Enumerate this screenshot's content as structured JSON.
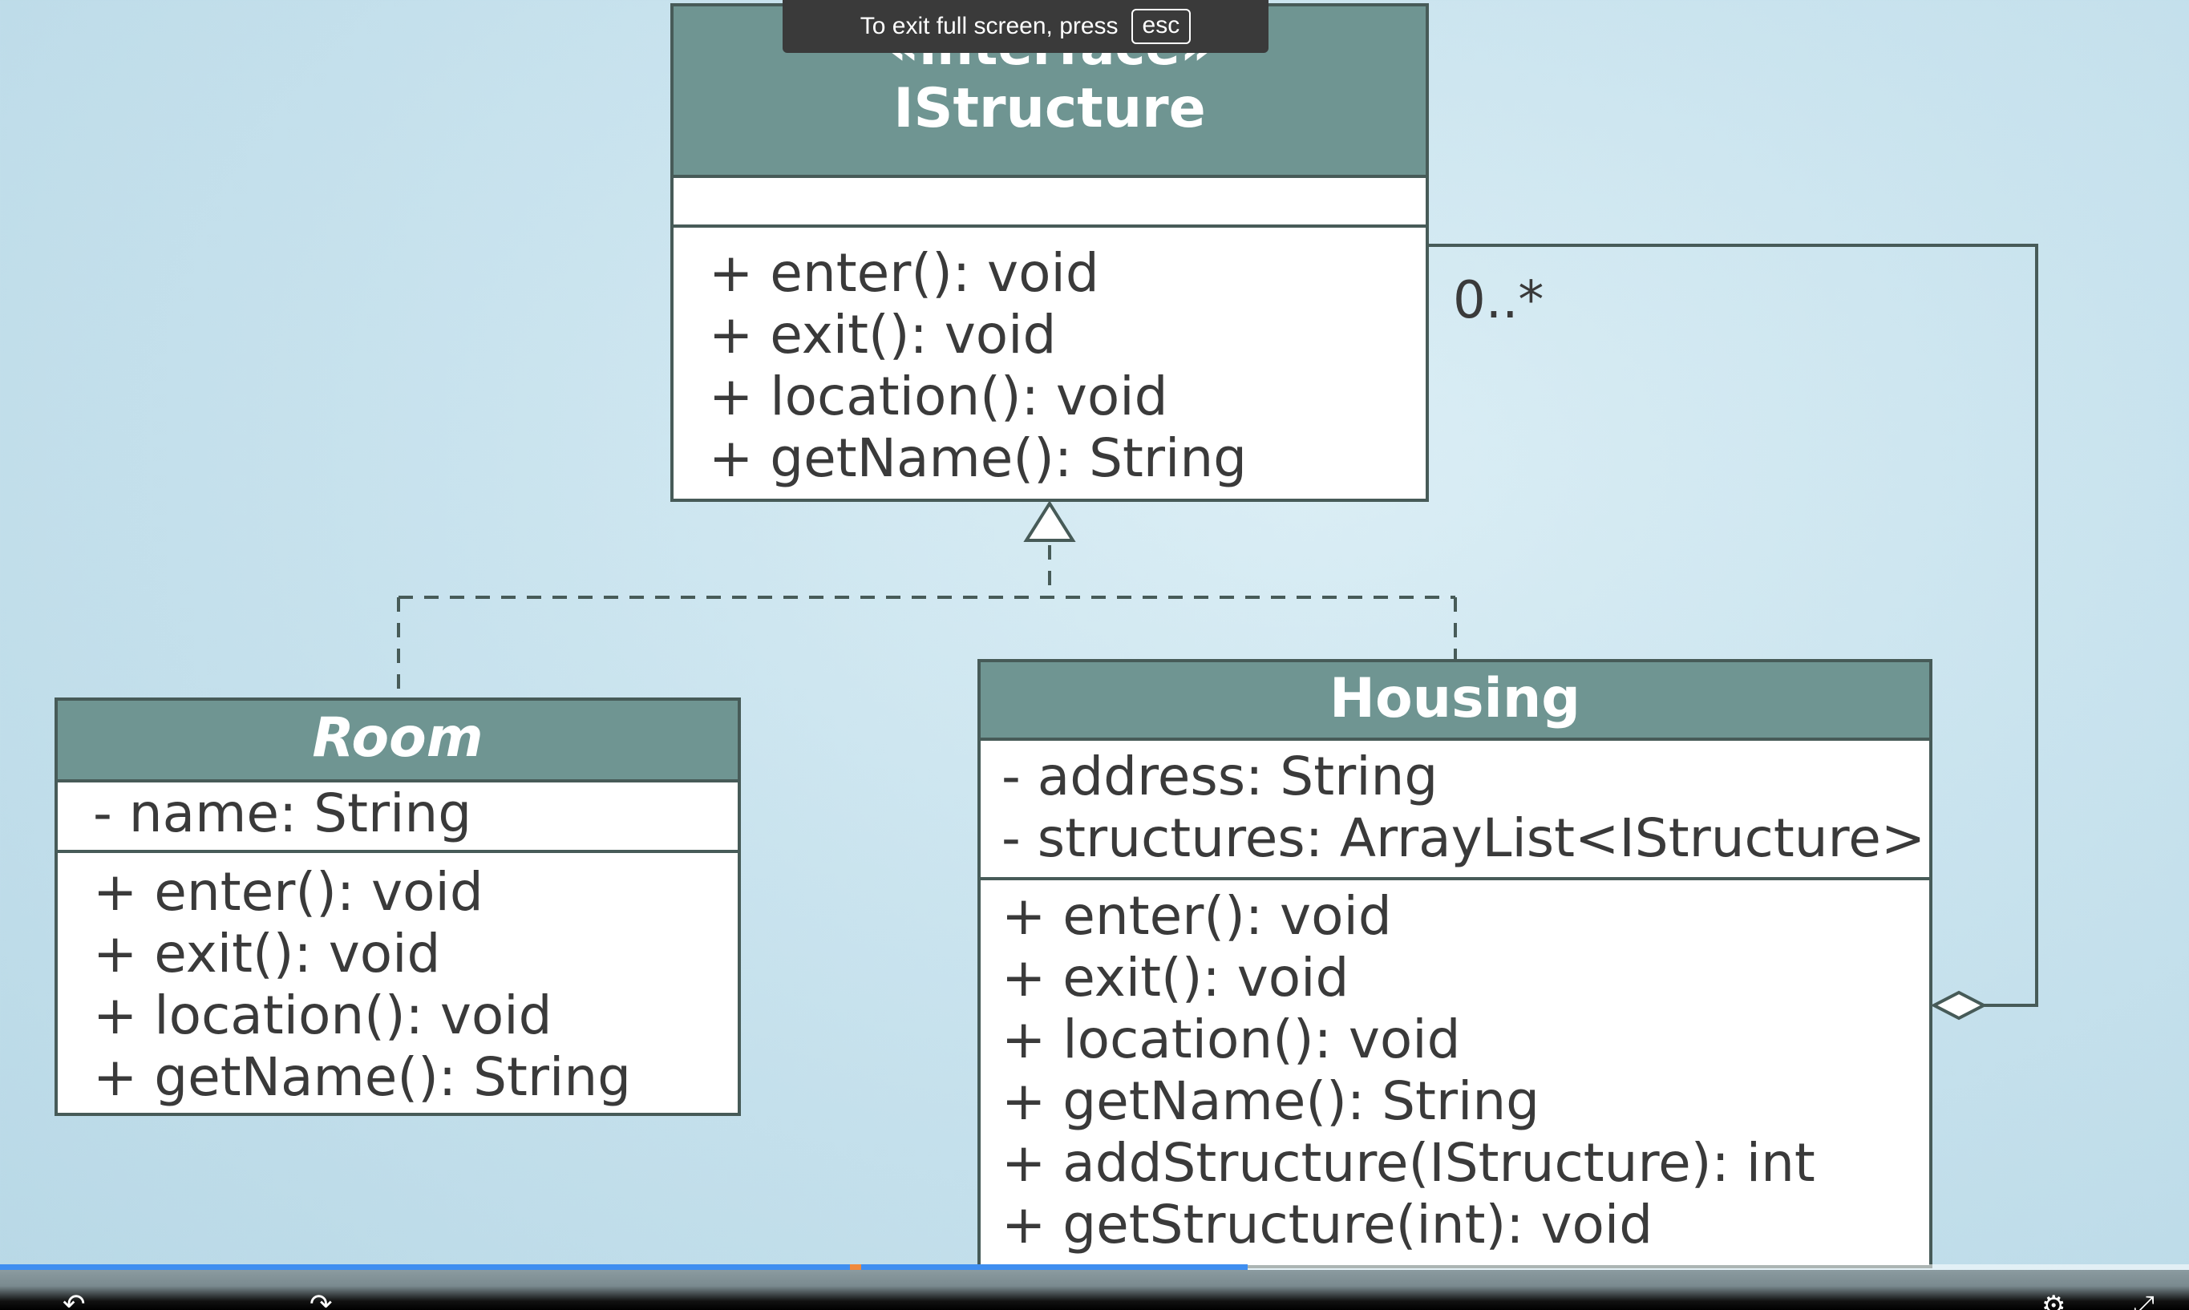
{
  "fullscreen_notice": {
    "text": "To exit full screen, press",
    "key": "esc"
  },
  "diagram": {
    "interface": {
      "stereotype": "«interface»",
      "name": "IStructure",
      "attributes": [],
      "operations": [
        "+ enter(): void",
        "+ exit(): void",
        "+ location(): void",
        "+ getName(): String"
      ]
    },
    "room": {
      "name": "Room",
      "attributes": [
        "- name: String"
      ],
      "operations": [
        "+ enter(): void",
        "+ exit(): void",
        "+ location(): void",
        "+ getName(): String"
      ]
    },
    "housing": {
      "name": "Housing",
      "attributes": [
        "- address: String",
        "- structures: ArrayList<IStructure>"
      ],
      "operations": [
        "+ enter(): void",
        "+ exit(): void",
        "+ location(): void",
        "+ getName(): String",
        "+ addStructure(IStructure): int",
        "+ getStructure(int): void"
      ]
    },
    "aggregation_multiplicity": "0..*"
  },
  "video_player": {
    "progress_fraction": 0.57,
    "buffer_color": "#ffffff",
    "progress_color": "#3f8ef0",
    "marker_color": "#f08a3c",
    "icons": [
      "rewind-icon",
      "forward-icon",
      "settings-icon",
      "fullscreen-exit-icon"
    ]
  },
  "colors": {
    "header_fill": "#6f9592",
    "border": "#475b58",
    "background": "#c9e3ee"
  }
}
